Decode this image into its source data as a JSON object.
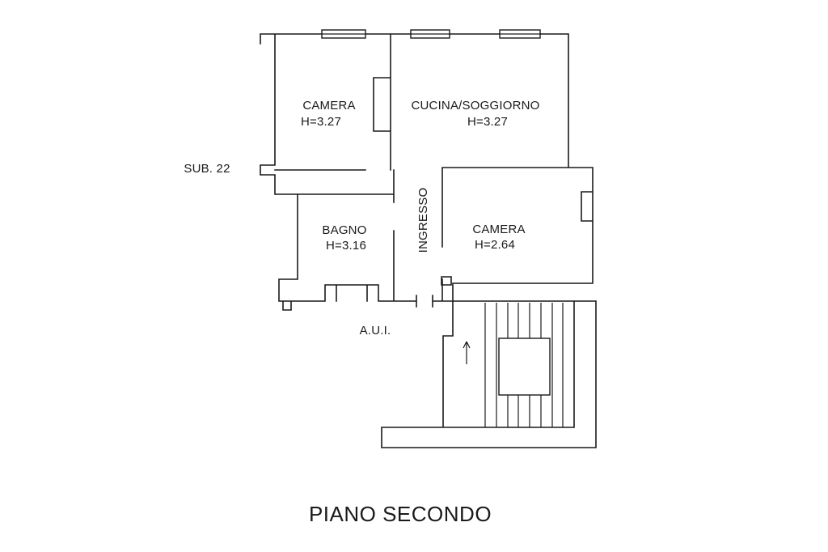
{
  "plan": {
    "title": "PIANO SECONDO",
    "labels": {
      "sub": "SUB. 22",
      "aui": "A.U.I."
    },
    "rooms": {
      "camera1": {
        "name": "CAMERA",
        "height": "H=3.27"
      },
      "cucina": {
        "name": "CUCINA/SOGGIORNO",
        "height": "H=3.27"
      },
      "bagno": {
        "name": "BAGNO",
        "height": "H=3.16"
      },
      "ingresso": {
        "name": "INGRESSO"
      },
      "camera2": {
        "name": "CAMERA",
        "height": "H=2.64"
      }
    },
    "colors": {
      "line": "#1a1a1a",
      "background": "#ffffff"
    }
  }
}
